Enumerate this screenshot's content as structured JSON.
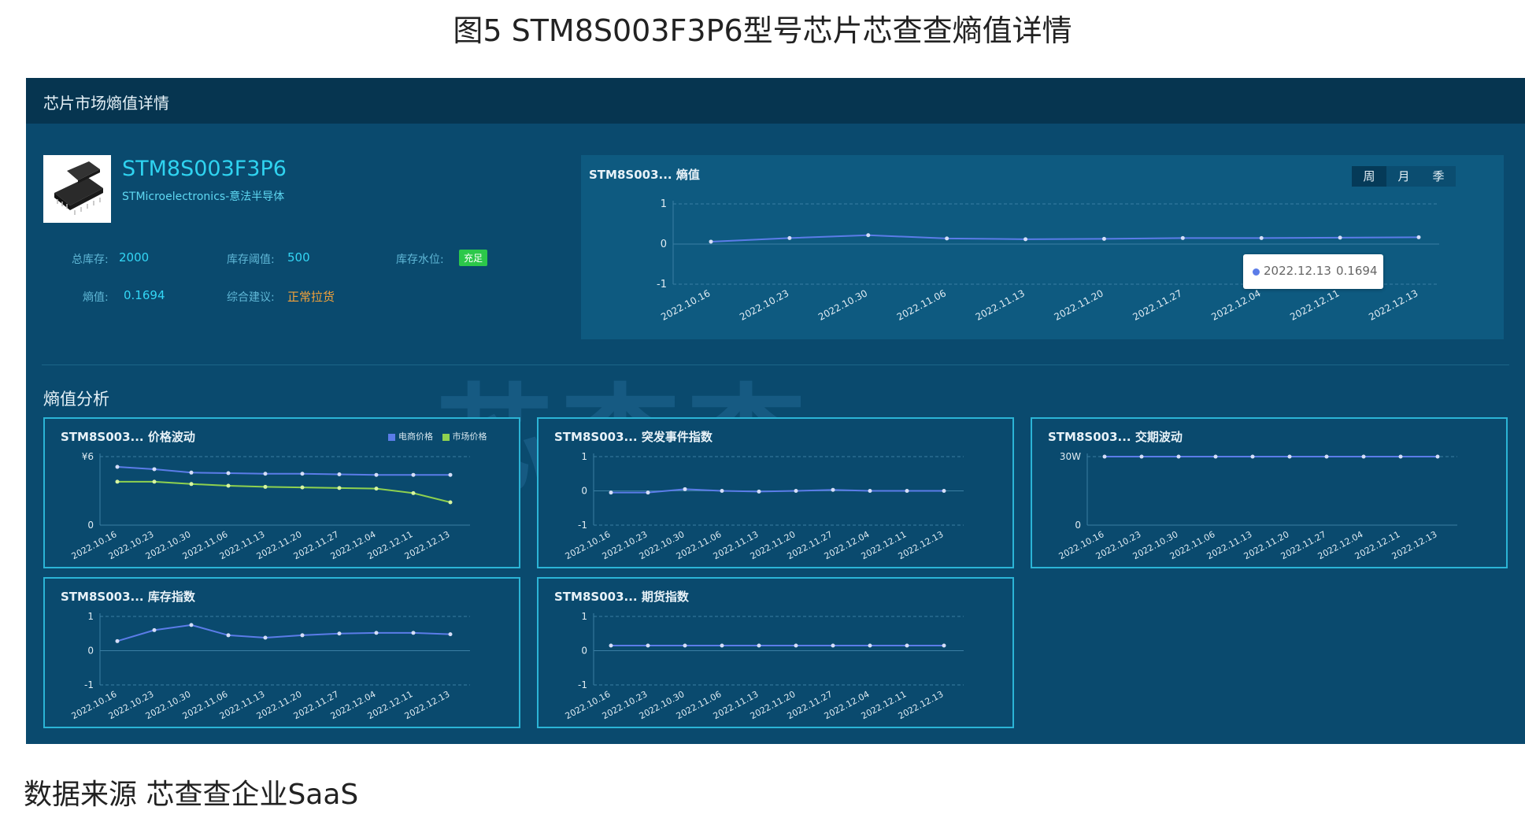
{
  "figure_title": "图5   STM8S003F3P6型号芯片芯查查熵值详情",
  "source_note": "数据来源   芯查查企业SaaS",
  "header_title": "芯片市场熵值详情",
  "watermark": "芯查查",
  "chip": {
    "name": "STM8S003F3P6",
    "maker": "STMicroelectronics-意法半导体",
    "total_stock_label": "总库存:",
    "total_stock": "2000",
    "threshold_label": "库存阈值:",
    "threshold": "500",
    "level_label": "库存水位:",
    "level": "充足",
    "entropy_label": "熵值:",
    "entropy": "0.1694",
    "advice_label": "综合建议:",
    "advice": "正常拉货"
  },
  "period_tabs": [
    "周",
    "月",
    "季"
  ],
  "section_title": "熵值分析",
  "colors": {
    "line": "#5b7ce8",
    "market": "#8fd14f",
    "grid": "#3a7ea3"
  },
  "chart_data": [
    {
      "id": "entropy",
      "type": "line",
      "title": "STM8S003... 熵值",
      "x": [
        "2022.10.16",
        "2022.10.23",
        "2022.10.30",
        "2022.11.06",
        "2022.11.13",
        "2022.11.20",
        "2022.11.27",
        "2022.12.04",
        "2022.12.11",
        "2022.12.13"
      ],
      "series": [
        {
          "values": [
            0.06,
            0.15,
            0.22,
            0.14,
            0.12,
            0.13,
            0.15,
            0.15,
            0.16,
            0.1694
          ]
        }
      ],
      "yticks": [
        "1",
        "0",
        "-1"
      ],
      "ylim": [
        -1,
        1
      ],
      "tooltip": {
        "date": "2022.12.13",
        "value": "0.1694"
      }
    },
    {
      "id": "price",
      "type": "line",
      "title": "STM8S003... 价格波动",
      "x": [
        "2022.10.16",
        "2022.10.23",
        "2022.10.30",
        "2022.11.06",
        "2022.11.13",
        "2022.11.20",
        "2022.11.27",
        "2022.12.04",
        "2022.12.11",
        "2022.12.13"
      ],
      "series": [
        {
          "name": "电商价格",
          "values": [
            5.1,
            4.9,
            4.6,
            4.55,
            4.5,
            4.5,
            4.45,
            4.4,
            4.4,
            4.4
          ]
        },
        {
          "name": "市场价格",
          "values": [
            3.8,
            3.8,
            3.6,
            3.45,
            3.35,
            3.3,
            3.25,
            3.2,
            2.8,
            2.0
          ]
        }
      ],
      "yticks": [
        "¥6",
        "0"
      ],
      "ylim": [
        0,
        6
      ]
    },
    {
      "id": "event",
      "type": "line",
      "title": "STM8S003... 突发事件指数",
      "x": [
        "2022.10.16",
        "2022.10.23",
        "2022.10.30",
        "2022.11.06",
        "2022.11.13",
        "2022.11.20",
        "2022.11.27",
        "2022.12.04",
        "2022.12.11",
        "2022.12.13"
      ],
      "series": [
        {
          "values": [
            -0.05,
            -0.05,
            0.05,
            0.0,
            -0.02,
            0.0,
            0.03,
            0.0,
            0.0,
            0.0
          ]
        }
      ],
      "yticks": [
        "1",
        "0",
        "-1"
      ],
      "ylim": [
        -1,
        1
      ]
    },
    {
      "id": "lead",
      "type": "line",
      "title": "STM8S003... 交期波动",
      "x": [
        "2022.10.16",
        "2022.10.23",
        "2022.10.30",
        "2022.11.06",
        "2022.11.13",
        "2022.11.20",
        "2022.11.27",
        "2022.12.04",
        "2022.12.11",
        "2022.12.13"
      ],
      "series": [
        {
          "values": [
            30,
            30,
            30,
            30,
            30,
            30,
            30,
            30,
            30,
            30
          ]
        }
      ],
      "yticks": [
        "30W",
        "0"
      ],
      "ylim": [
        0,
        30
      ]
    },
    {
      "id": "stock",
      "type": "line",
      "title": "STM8S003... 库存指数",
      "x": [
        "2022.10.16",
        "2022.10.23",
        "2022.10.30",
        "2022.11.06",
        "2022.11.13",
        "2022.11.20",
        "2022.11.27",
        "2022.12.04",
        "2022.12.11",
        "2022.12.13"
      ],
      "series": [
        {
          "values": [
            0.28,
            0.6,
            0.75,
            0.45,
            0.38,
            0.45,
            0.5,
            0.52,
            0.52,
            0.48
          ]
        }
      ],
      "yticks": [
        "1",
        "0",
        "-1"
      ],
      "ylim": [
        -1,
        1
      ]
    },
    {
      "id": "futures",
      "type": "line",
      "title": "STM8S003... 期货指数",
      "x": [
        "2022.10.16",
        "2022.10.23",
        "2022.10.30",
        "2022.11.06",
        "2022.11.13",
        "2022.11.20",
        "2022.11.27",
        "2022.12.04",
        "2022.12.11",
        "2022.12.13"
      ],
      "series": [
        {
          "values": [
            0.15,
            0.15,
            0.15,
            0.15,
            0.15,
            0.15,
            0.15,
            0.15,
            0.15,
            0.15
          ]
        }
      ],
      "yticks": [
        "1",
        "0",
        "-1"
      ],
      "ylim": [
        -1,
        1
      ]
    }
  ]
}
